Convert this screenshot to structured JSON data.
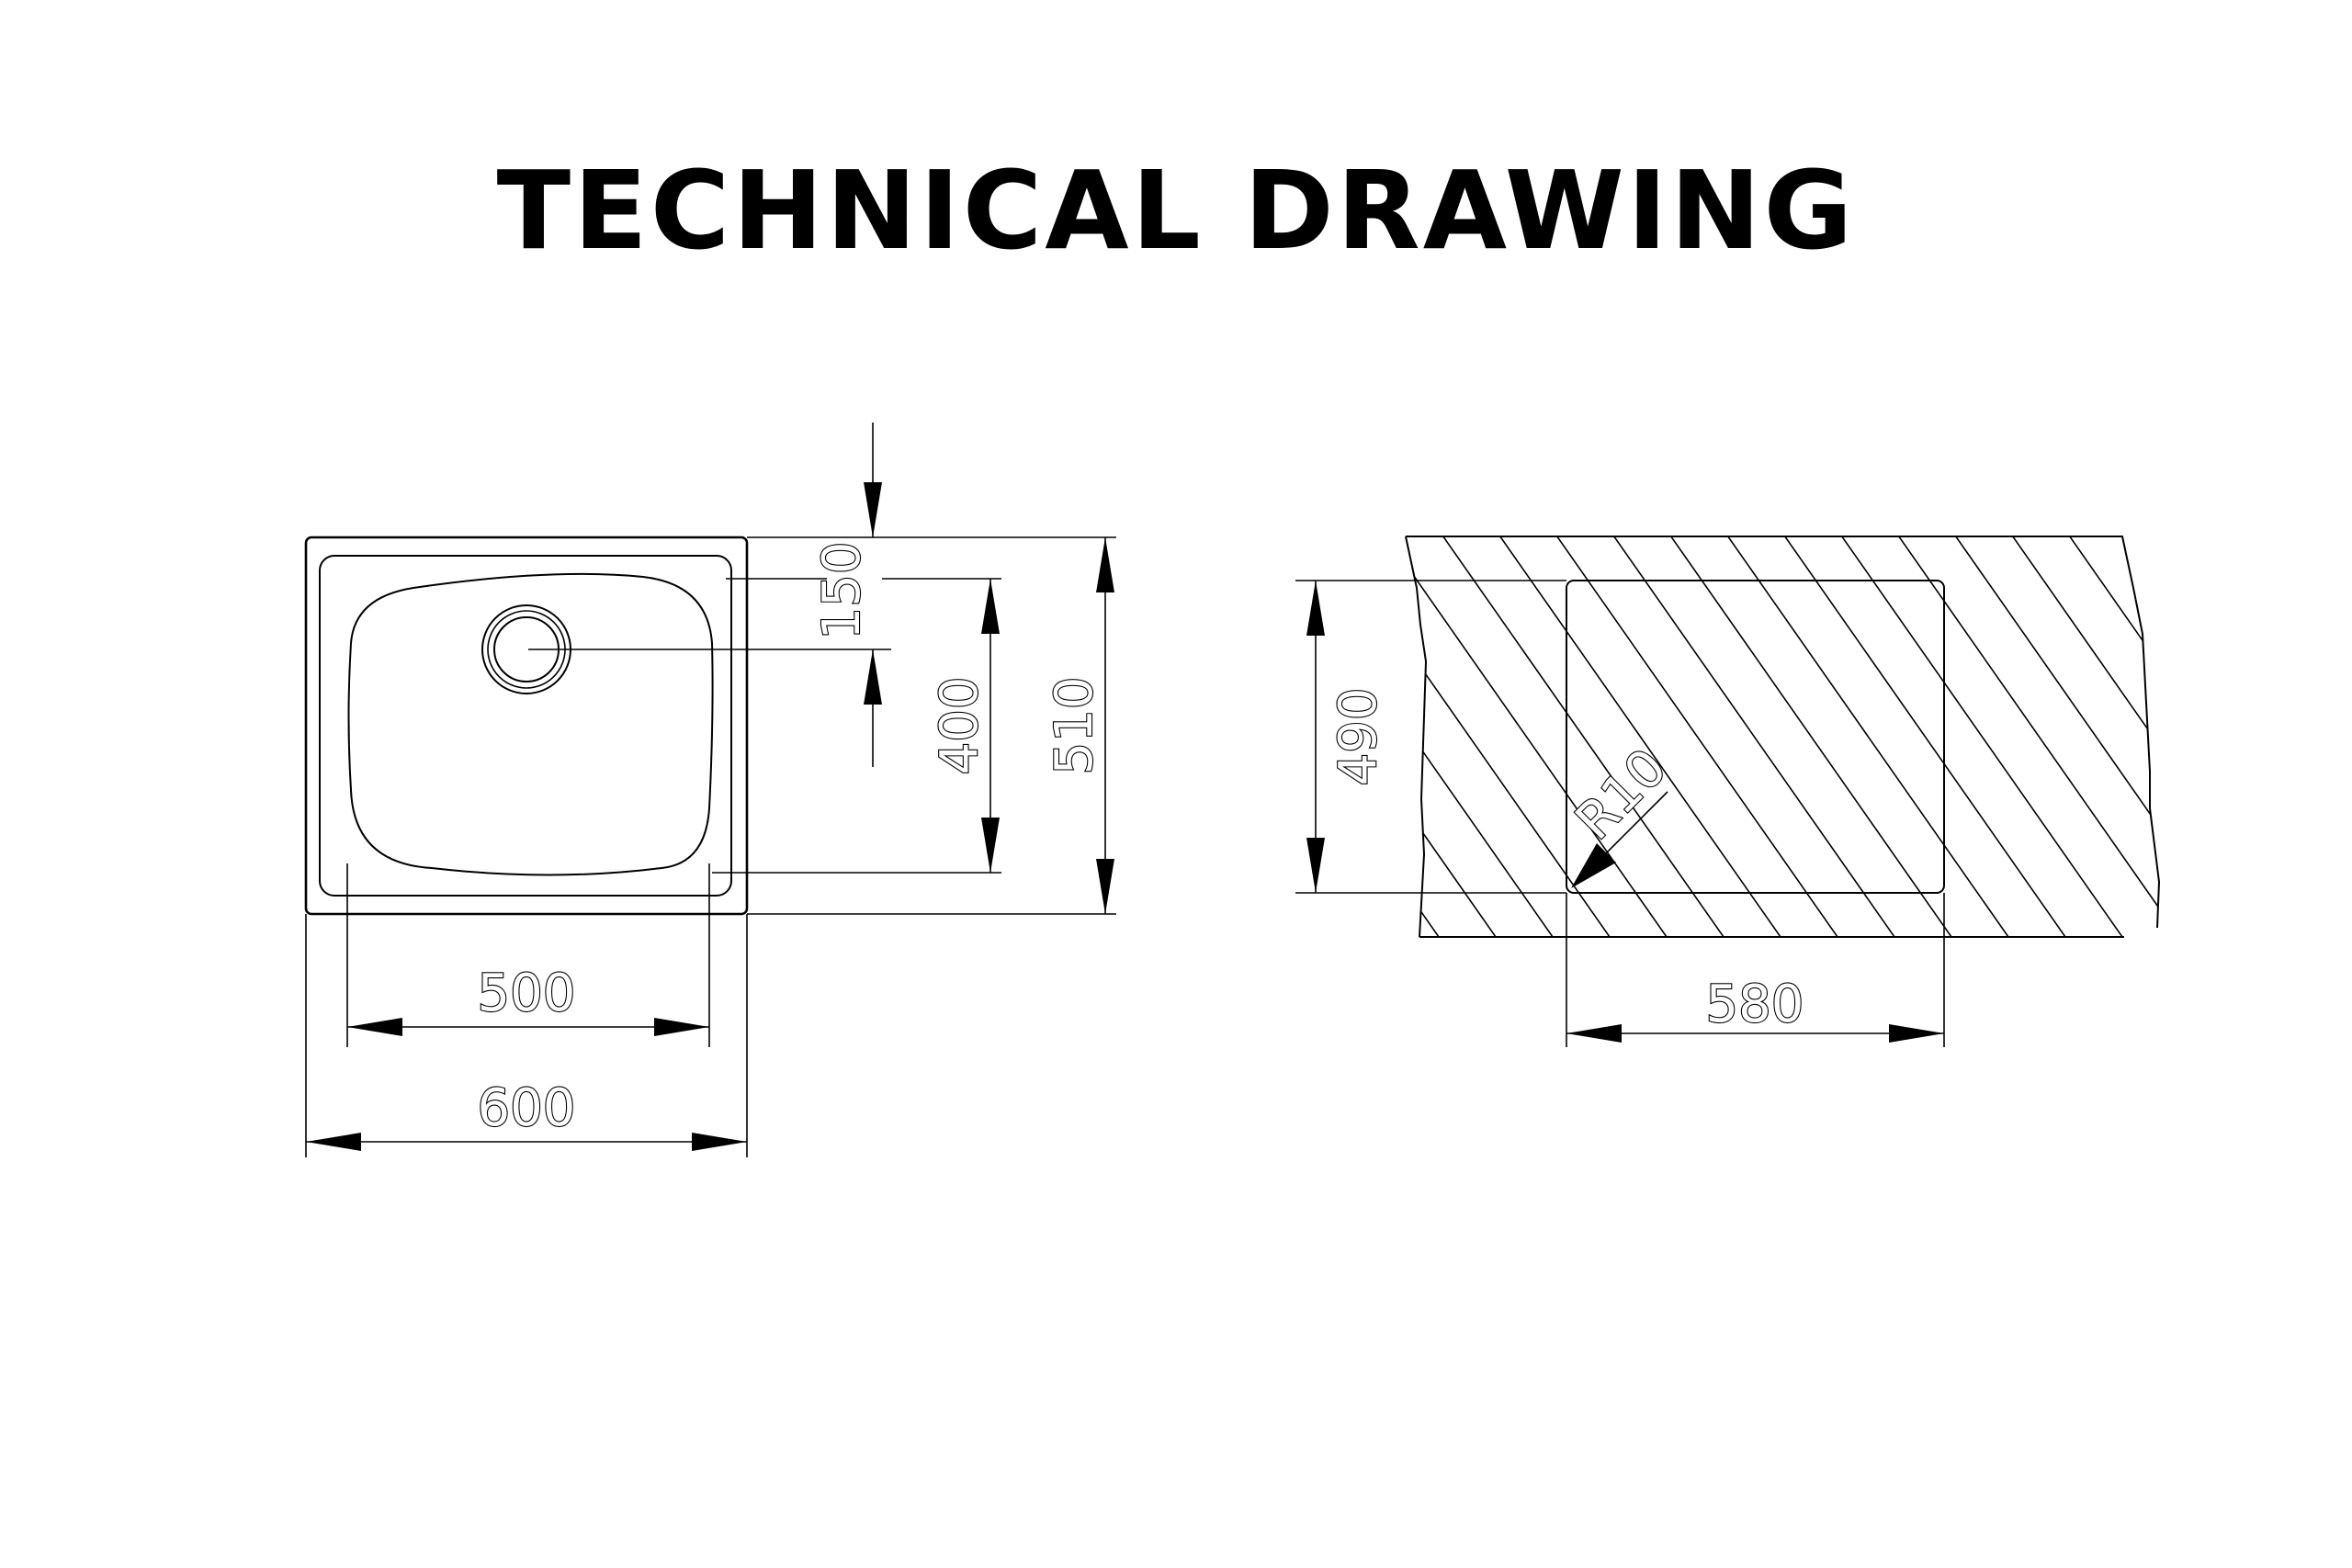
{
  "title": "TECHNICAL DRAWING",
  "top_view": {
    "dims": {
      "width_outer": "600",
      "width_bowl": "500",
      "depth_outer": "510",
      "depth_bowl": "400",
      "drain_offset": "150"
    }
  },
  "cutout_view": {
    "dims": {
      "cut_width": "580",
      "cut_depth": "490",
      "corner_radius": "R10"
    }
  },
  "colors": {
    "ink": "#000000",
    "background": "#ffffff"
  }
}
